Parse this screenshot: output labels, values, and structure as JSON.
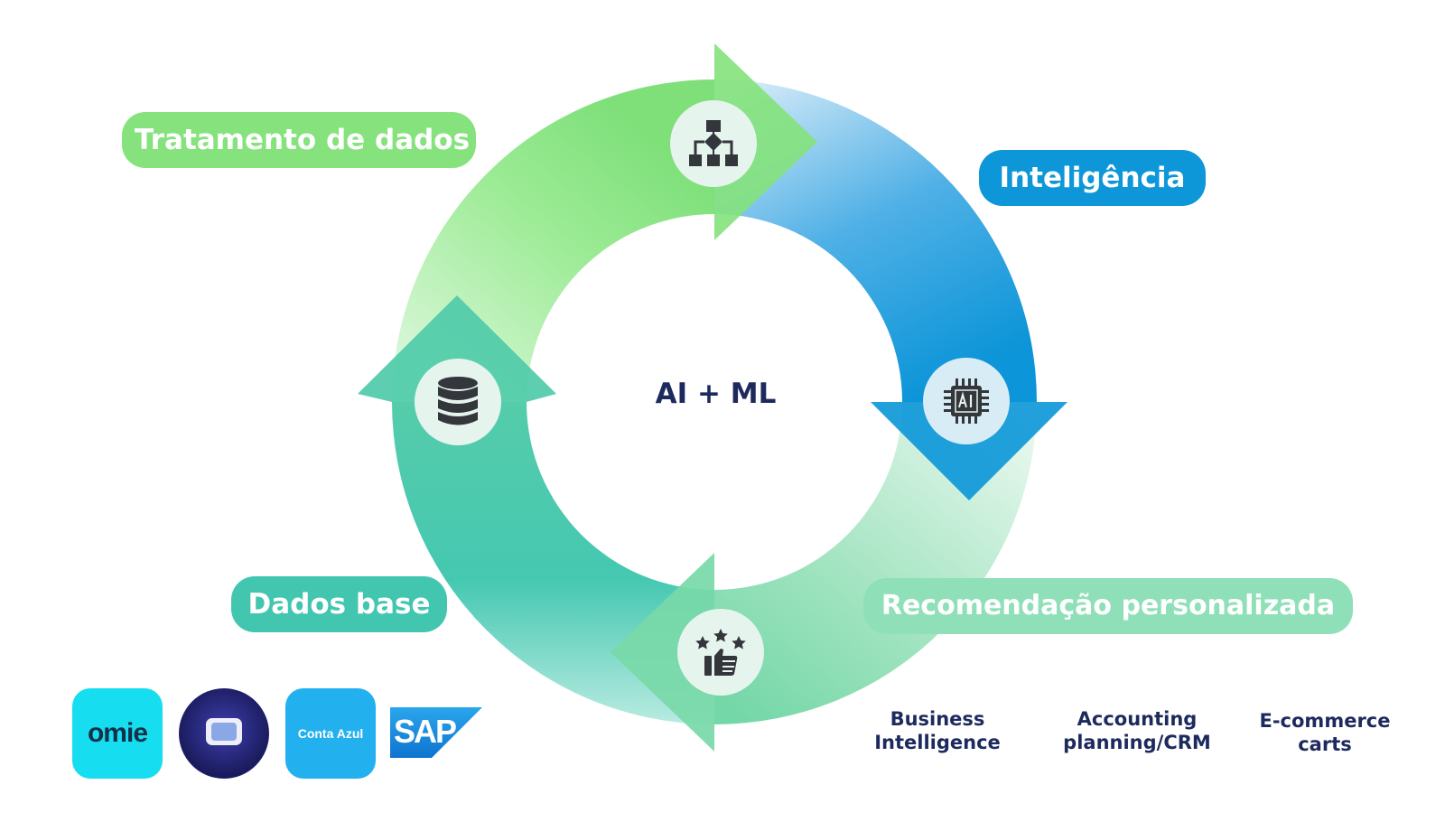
{
  "center": {
    "label": "AI + ML"
  },
  "stages": {
    "treatment": {
      "label": "Tratamento de dados",
      "color": "#7fe07f"
    },
    "intelligence": {
      "label": "Inteligência",
      "color": "#0f9ad8"
    },
    "recommendation": {
      "label": "Recomendação personalizada",
      "color": "#6fd4a2"
    },
    "base": {
      "label": "Dados base",
      "color": "#47c9ae"
    }
  },
  "icons": {
    "treatment": "flowchart-icon",
    "intelligence": "ai-chip-icon",
    "recommendation": "thumbs-up-stars-icon",
    "base": "database-icon"
  },
  "data_sources": [
    {
      "name": "omie",
      "label": "omie",
      "color": "#16ddf0"
    },
    {
      "name": "totvs",
      "label": "",
      "color": "#2b2f8f"
    },
    {
      "name": "conta-azul",
      "label": "Conta Azul",
      "color": "#22b0ee"
    },
    {
      "name": "sap",
      "label": "SAP",
      "color": "#1a8fe0"
    }
  ],
  "applications": [
    {
      "label_line1": "Business",
      "label_line2": "Intelligence"
    },
    {
      "label_line1": "Accounting",
      "label_line2": "planning/CRM"
    },
    {
      "label_line1": "E-commerce",
      "label_line2": "carts"
    }
  ],
  "colors": {
    "green": "#86e27d",
    "blue": "#0d97d9",
    "teal": "#42c6b0",
    "mint": "#8fe0b8",
    "navy": "#1d2a5e",
    "icon_dark": "#33363a",
    "badge": "#e6f4ee"
  }
}
